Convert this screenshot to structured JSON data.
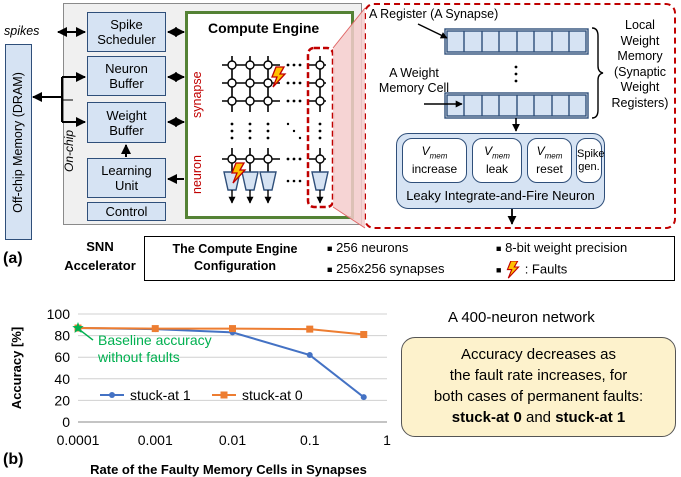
{
  "panel_a": {
    "label": "(a)",
    "spikes_label": "spikes",
    "dram_label": "Off-chip Memory (DRAM)",
    "onchip_label": "On-chip",
    "blocks": {
      "spike_scheduler": "Spike Scheduler",
      "neuron_buffer": "Neuron Buffer",
      "weight_buffer": "Weight Buffer",
      "learning_unit": "Learning Unit",
      "control": "Control"
    },
    "compute_engine_title": "Compute Engine",
    "synapse_label": "synapse",
    "neuron_label": "neuron",
    "detail": {
      "a_register": "A Register (A Synapse)",
      "weight_memory_cell": "A Weight Memory Cell",
      "local_weight_memory": "Local Weight Memory (Synaptic Weight Registers)",
      "lif_title": "Leaky Integrate-and-Fire Neuron",
      "ops": [
        {
          "sym": "V",
          "sub": "mem",
          "text": "increase"
        },
        {
          "sym": "V",
          "sub": "mem",
          "text": "leak"
        },
        {
          "sym": "V",
          "sub": "mem",
          "text": "reset"
        },
        {
          "sym": "",
          "sub": "",
          "text": "Spike gen."
        }
      ]
    },
    "snn_label": "SNN Accelerator",
    "config": {
      "title": "The Compute Engine Configuration",
      "items": [
        "256 neurons",
        "256x256 synapses",
        "8-bit weight precision",
        ": Faults"
      ]
    }
  },
  "panel_b": {
    "label": "(b)",
    "network_title": "A 400-neuron network",
    "note_line1": "Accuracy decreases as",
    "note_line2": "the fault rate increases, for",
    "note_line3": "both cases of permanent faults:",
    "note_bold1": "stuck-at 0",
    "note_and": "and",
    "note_bold2": "stuck-at 1",
    "baseline_annotation_1": "Baseline accuracy",
    "baseline_annotation_2": "without faults"
  },
  "chart_data": {
    "type": "line",
    "xlabel": "Rate of the Faulty Memory Cells in Synapses",
    "ylabel": "Accuracy [%]",
    "x_scale": "log",
    "xlim": [
      0.0001,
      1
    ],
    "ylim": [
      0,
      100
    ],
    "x_tick_labels": [
      "0.0001",
      "0.001",
      "0.01",
      "0.1",
      "1"
    ],
    "x_ticks": [
      0.0001,
      0.001,
      0.01,
      0.1,
      1
    ],
    "y_ticks": [
      0,
      20,
      40,
      60,
      80,
      100
    ],
    "y_tick_labels": [
      "0",
      "20",
      "40",
      "60",
      "80",
      "100"
    ],
    "grid": "horizontal",
    "legend": "bottom-left",
    "baseline": {
      "x": 0.0001,
      "y": 87
    },
    "series": [
      {
        "name": "stuck-at 1",
        "color": "#4472c4",
        "marker": "circle",
        "x": [
          0.0001,
          0.001,
          0.01,
          0.1,
          0.5
        ],
        "y": [
          87,
          86,
          83,
          62,
          23
        ]
      },
      {
        "name": "stuck-at 0",
        "color": "#ed7d31",
        "marker": "square",
        "x": [
          0.0001,
          0.001,
          0.01,
          0.1,
          0.5
        ],
        "y": [
          87,
          86.5,
          86.5,
          86,
          81
        ]
      }
    ]
  },
  "colors": {
    "block_fill": "#d6e3f3",
    "block_border": "#2f4f7a",
    "compute_border": "#548235",
    "fault_red": "#c00000",
    "note_fill": "#fdf2cc",
    "baseline_green": "#00b050"
  }
}
